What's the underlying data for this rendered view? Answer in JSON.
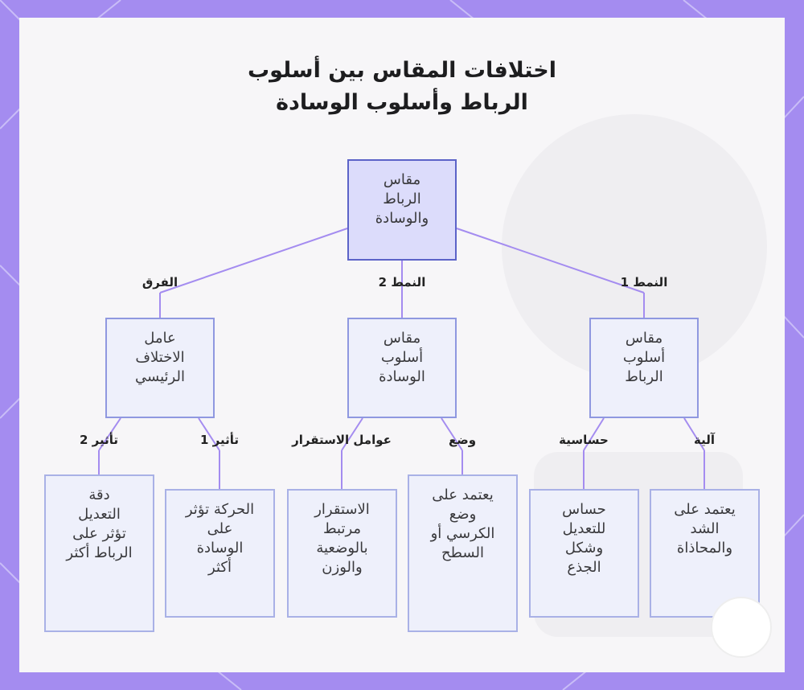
{
  "title_lines": [
    "اختلافات المقاس بين أسلوب",
    "الرباط وأسلوب الوسادة"
  ],
  "colors": {
    "frame": "#a48cf0",
    "edge": "#a48cf0",
    "root_fill": "#dcdcfb",
    "root_border": "#5c63c8",
    "node_fill": "#eef0fb",
    "node_border": "#a9b1e6"
  },
  "nodes": {
    "root": [
      "مقاس",
      "الرباط",
      "والوسادة"
    ],
    "strap_style": [
      "مقاس",
      "أسلوب",
      "الرباط"
    ],
    "cushion_style": [
      "مقاس",
      "أسلوب",
      "الوسادة"
    ],
    "key_factor": [
      "عامل",
      "الاختلاف",
      "الرئيسي"
    ],
    "strap_mechanism": [
      "يعتمد على",
      "الشد",
      "والمحاذاة"
    ],
    "strap_sensitivity": [
      "حساس",
      "للتعديل",
      "وشكل",
      "الجذع"
    ],
    "cushion_position": [
      "يعتمد على",
      "وضع",
      "الكرسي أو",
      "السطح"
    ],
    "cushion_stability": [
      "الاستقرار",
      "مرتبط",
      "بالوضعية",
      "والوزن"
    ],
    "effect_1": [
      "الحركة تؤثر",
      "على",
      "الوسادة",
      "أكثر"
    ],
    "effect_2": [
      "دقة",
      "التعديل",
      "تؤثر على",
      "الرباط أكثر"
    ]
  },
  "edge_labels": {
    "pattern_1": "النمط 1",
    "pattern_2": "النمط 2",
    "difference": "الفرق",
    "mechanism": "آلية",
    "sensitivity": "حساسية",
    "position": "وضع",
    "stability_factors": "عوامل الاستقرار",
    "effect_1": "تأثير 1",
    "effect_2": "تأثير 2"
  }
}
